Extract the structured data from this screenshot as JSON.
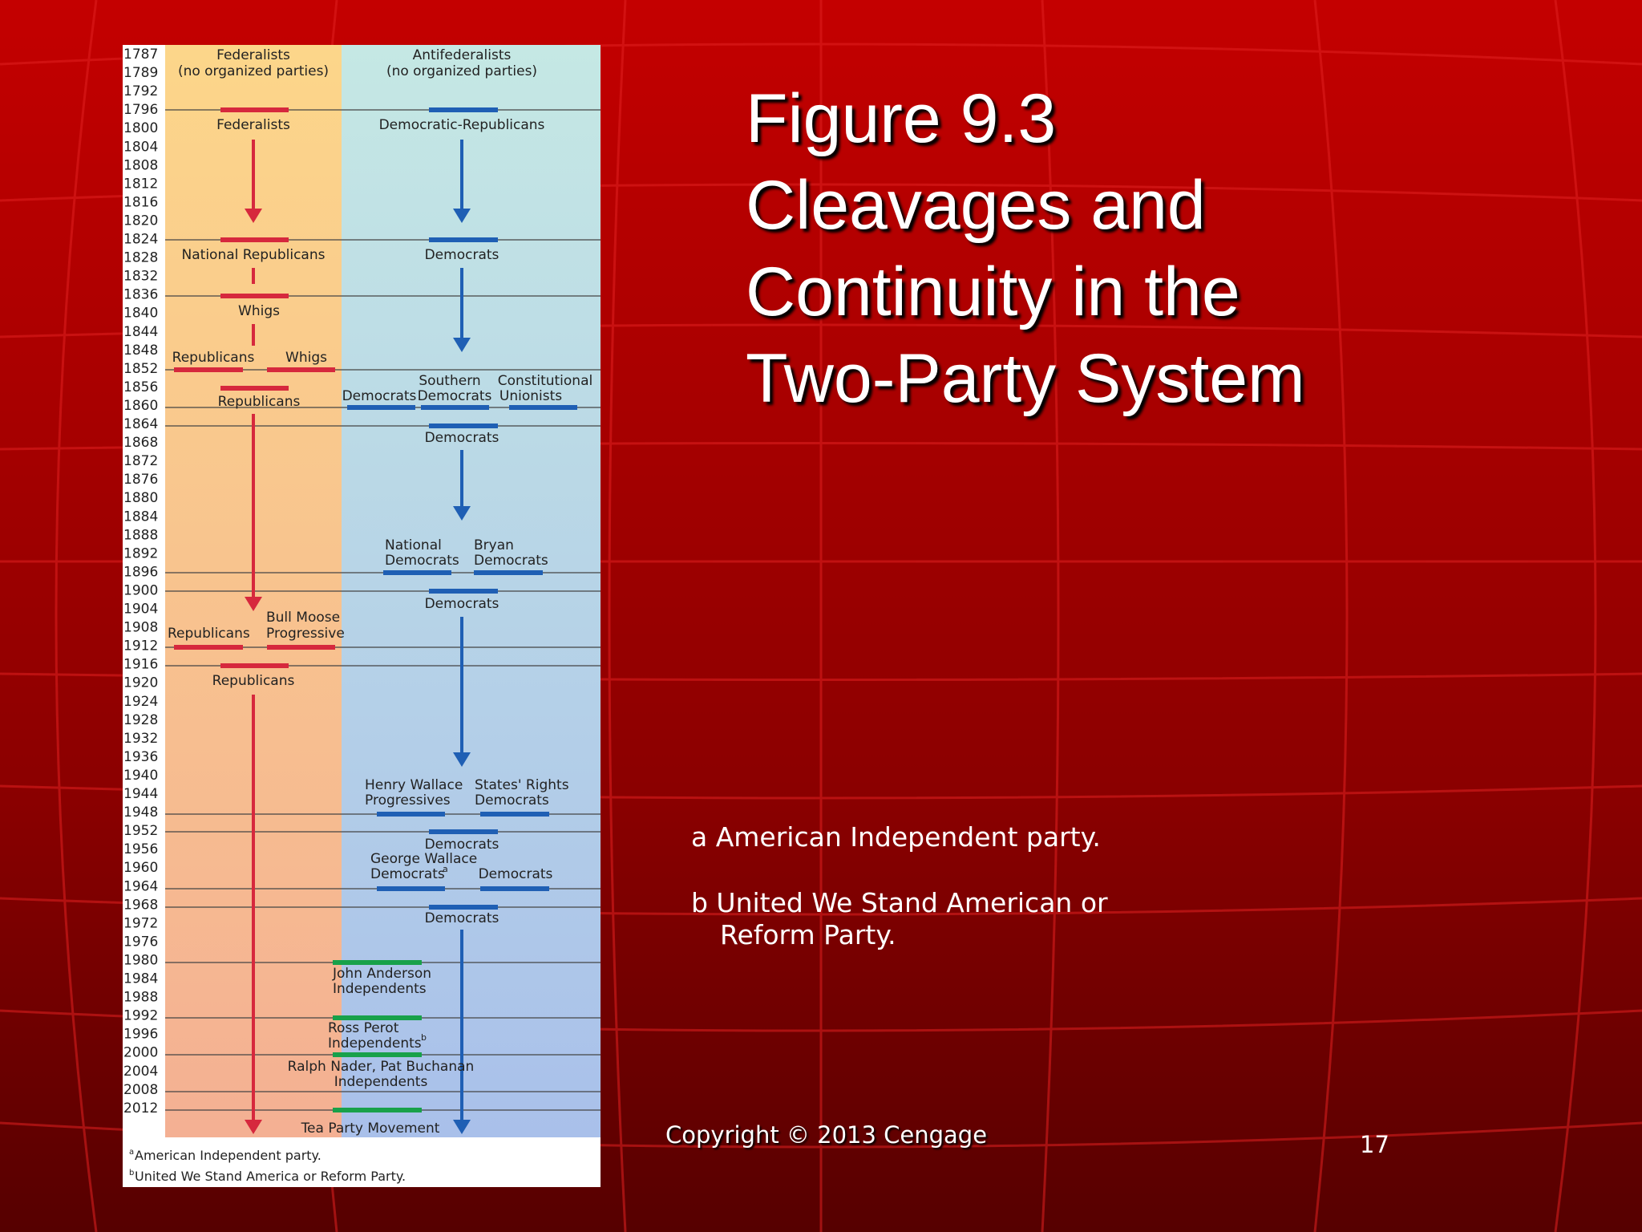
{
  "slide": {
    "title_lines": [
      "Figure 9.3",
      "Cleavages and",
      "Continuity in the",
      "Two-Party System"
    ],
    "note_a": "a American Independent party.",
    "note_b_line1": "b United We Stand American or",
    "note_b_line2": "Reform Party.",
    "copyright": "Copyright © 2013 Cengage",
    "page_number": "17"
  },
  "colors": {
    "republican_line": "#d6283d",
    "democrat_line": "#1f5fb4",
    "third_party_line": "#18a14a",
    "left_panel_top": "#fcd68a",
    "left_panel_bottom": "#f4b093",
    "right_panel_top": "#c5e8e4",
    "right_panel_bottom": "#a9c0ea"
  },
  "figure": {
    "years": [
      "1787",
      "1789",
      "1792",
      "1796",
      "1800",
      "1804",
      "1808",
      "1812",
      "1816",
      "1820",
      "1824",
      "1828",
      "1832",
      "1836",
      "1840",
      "1844",
      "1848",
      "1852",
      "1856",
      "1860",
      "1864",
      "1868",
      "1872",
      "1876",
      "1880",
      "1884",
      "1888",
      "1892",
      "1896",
      "1900",
      "1904",
      "1908",
      "1912",
      "1916",
      "1920",
      "1924",
      "1928",
      "1932",
      "1936",
      "1940",
      "1944",
      "1948",
      "1952",
      "1956",
      "1960",
      "1964",
      "1968",
      "1972",
      "1976",
      "1980",
      "1984",
      "1988",
      "1992",
      "1996",
      "2000",
      "2004",
      "2008",
      "2012"
    ],
    "labels": {
      "federalists_top": "Federalists",
      "no_org_left": "(no organized parties)",
      "antifederalists": "Antifederalists",
      "no_org_right": "(no organized parties)",
      "federalists": "Federalists",
      "democratic_republicans": "Democratic-Republicans",
      "national_republicans": "National Republicans",
      "democrats_1828": "Democrats",
      "whigs_1840": "Whigs",
      "republicans_1852": "Republicans",
      "whigs_1852": "Whigs",
      "republicans_1860": "Republicans",
      "southern": "Southern",
      "constitutional": "Constitutional",
      "democrats_1860": "Democrats",
      "democrats_southern": "Democrats",
      "unionists": "Unionists",
      "democrats_1868": "Democrats",
      "national": "National",
      "bryan": "Bryan",
      "national_democrats": "Democrats",
      "bryan_democrats": "Democrats",
      "democrats_1904": "Democrats",
      "bull_moose": "Bull Moose",
      "republicans_1908": "Republicans",
      "progressive": "Progressive",
      "republicans_1920": "Republicans",
      "henry_wallace": "Henry Wallace",
      "states_rights": "States' Rights",
      "progressives": "Progressives",
      "states_rights_democrats": "Democrats",
      "democrats_1956": "Democrats",
      "george_wallace": "George Wallace",
      "george_wallace_democrats": "Democrats",
      "sup_a": "a",
      "democrats_1960": "Democrats",
      "democrats_1972": "Democrats",
      "john_anderson": "John Anderson",
      "independents_1984": "Independents",
      "ross_perot": "Ross Perot",
      "independents_1996": "Independents",
      "sup_b": "b",
      "nader_buchanan": "Ralph Nader, Pat Buchanan",
      "independents_2004": "Independents",
      "tea_party": "Tea Party Movement",
      "footnote_a_sup": "a",
      "footnote_a": "American Independent party.",
      "footnote_b_sup": "b",
      "footnote_b": "United We Stand America or Reform Party."
    }
  }
}
